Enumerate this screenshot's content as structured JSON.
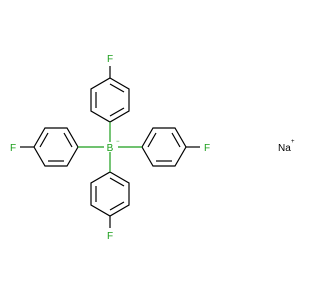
{
  "structure": {
    "central_atom": {
      "symbol": "B",
      "charge": "−",
      "color": "#1a9e1a"
    },
    "substituent_atom": {
      "symbol": "F",
      "color": "#1a9e1a"
    },
    "aryl_groups": [
      {
        "id": "top",
        "substituent": "F"
      },
      {
        "id": "left",
        "substituent": "F"
      },
      {
        "id": "right",
        "substituent": "F"
      },
      {
        "id": "bottom",
        "substituent": "F"
      }
    ]
  },
  "counterion": {
    "symbol": "Na",
    "charge": "+"
  },
  "colors": {
    "bond": "#000000",
    "heteroatom": "#1a9e1a",
    "text": "#000000"
  }
}
